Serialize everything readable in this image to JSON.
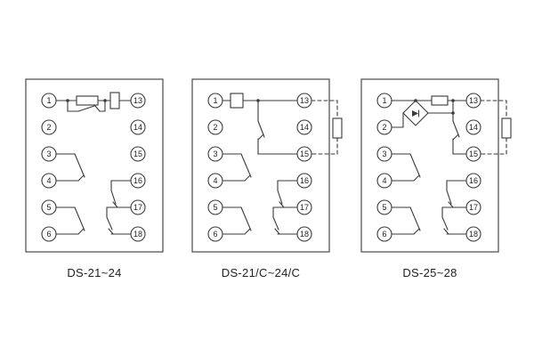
{
  "page": {
    "background": "#ffffff",
    "line_color": "#3a3a3a"
  },
  "panels": [
    {
      "caption": "DS-21~24",
      "left_terminals": [
        "1",
        "2",
        "3",
        "4",
        "5",
        "6"
      ],
      "right_terminals": [
        "13",
        "14",
        "15",
        "16",
        "17",
        "18"
      ]
    },
    {
      "caption": "DS-21/C~24/C",
      "left_terminals": [
        "1",
        "2",
        "3",
        "4",
        "5",
        "6"
      ],
      "right_terminals": [
        "13",
        "14",
        "15",
        "16",
        "17",
        "18"
      ]
    },
    {
      "caption": "DS-25~28",
      "left_terminals": [
        "1",
        "2",
        "3",
        "4",
        "5",
        "6"
      ],
      "right_terminals": [
        "13",
        "14",
        "15",
        "16",
        "17",
        "18"
      ]
    }
  ]
}
